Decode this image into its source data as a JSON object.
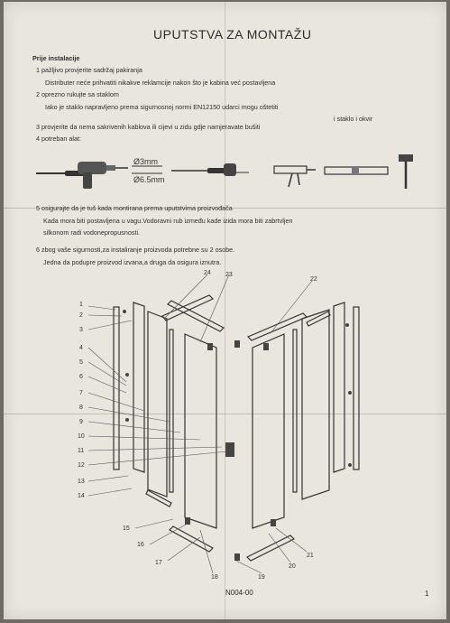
{
  "document": {
    "title": "UPUTSTVA ZA MONTAŽU",
    "section_heading": "Prije instalacije",
    "lines": [
      "1  pažljivo provjerite sadržaj pakiranja",
      "Distributer neće prihvatiti nikakve reklamcije nakon što je kabina već postavljena",
      "2  oprezno rukujte sa staklom",
      "Iako je staklo napravljeno prema sigurnosnoj normi EN12150 udarci mogu oštetiti",
      "i staklo i okvir",
      "3  provjerite da nema sakrivenih kablova ili cijevi u zidu gdje namjeravate bušiti",
      "4  potreban alat:",
      "5  osigurajte da je tuš kada montirana prema uputstvima proizvođača",
      "Kada mora biti postavljena u vagu.Vodoravni rub između kade izida mora biti zabrtvljen",
      "silkonom radi vodonepropusnosti.",
      "6  zbog vaše sigurnosti,za instaliranje proizvoda potrebne su 2 osobe.",
      "Jedna da podupre proizvod izvana,a druga da osigura iznutra."
    ],
    "drill_bits": [
      "Ø3mm",
      "Ø6.5mm"
    ],
    "part_numbers_left": [
      "1",
      "2",
      "3",
      "4",
      "5",
      "6",
      "7",
      "8",
      "9",
      "10",
      "11",
      "12",
      "13",
      "14"
    ],
    "part_numbers_bottom": [
      "15",
      "16",
      "17",
      "18",
      "19",
      "20",
      "21"
    ],
    "part_numbers_top": [
      "24",
      "23",
      "22"
    ],
    "document_code": "N004-00",
    "page_number": "1"
  }
}
